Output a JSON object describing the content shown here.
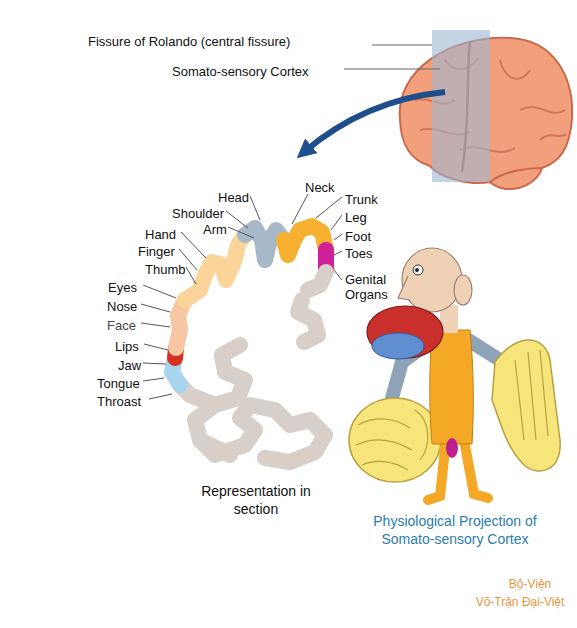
{
  "diagram": {
    "labels": [
      "Fissure of Rolando (central fissure)",
      "Somato-sensory Cortex",
      "Head",
      "Shoulder",
      "Arm",
      "Neck",
      "Trunk",
      "Leg",
      "Foot",
      "Toes",
      "Genital Organs",
      "Hand",
      "Finger",
      "Thumb",
      "Eyes",
      "Nose",
      "Face",
      "Lips",
      "Jaw",
      "Tongue",
      "Throast",
      "Representation in section",
      "Physiological Projection of Somato-sensory Cortex",
      "Bộ-Viện",
      "Võ-Trận Đại-Việt"
    ]
  }
}
